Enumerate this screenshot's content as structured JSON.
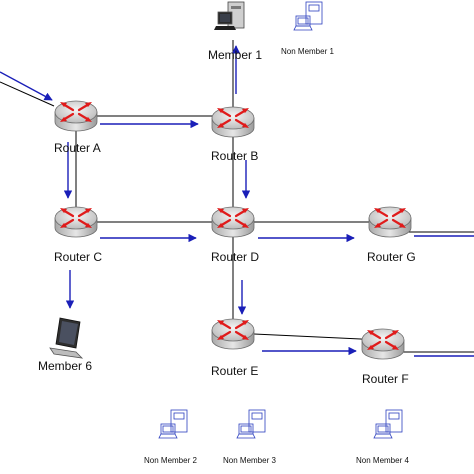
{
  "routers": [
    {
      "id": "router-a",
      "label": "Router A"
    },
    {
      "id": "router-b",
      "label": "Router B"
    },
    {
      "id": "router-c",
      "label": "Router C"
    },
    {
      "id": "router-d",
      "label": "Router D"
    },
    {
      "id": "router-g",
      "label": "Router G"
    },
    {
      "id": "router-e",
      "label": "Router E"
    },
    {
      "id": "router-f",
      "label": "Router F"
    }
  ],
  "hosts": [
    {
      "id": "member-1",
      "label": "Member 1",
      "kind": "desktop-computer-icon"
    },
    {
      "id": "member-6",
      "label": "Member 6",
      "kind": "laptop-icon"
    },
    {
      "id": "non-member-1",
      "label": "Non Member 1",
      "kind": "outline-computer-icon"
    },
    {
      "id": "non-member-2",
      "label": "Non Member 2",
      "kind": "outline-computer-icon"
    },
    {
      "id": "non-member-3",
      "label": "Non Member 3",
      "kind": "outline-computer-icon"
    },
    {
      "id": "non-member-4",
      "label": "Non Member 4",
      "kind": "outline-computer-icon"
    }
  ],
  "colors": {
    "link": "#000000",
    "multicast_arrow": "#1a1fb8",
    "router_body": "#d9d9d9",
    "router_arrow": "#e01b1b",
    "outline_host": "#2c3fbf"
  }
}
